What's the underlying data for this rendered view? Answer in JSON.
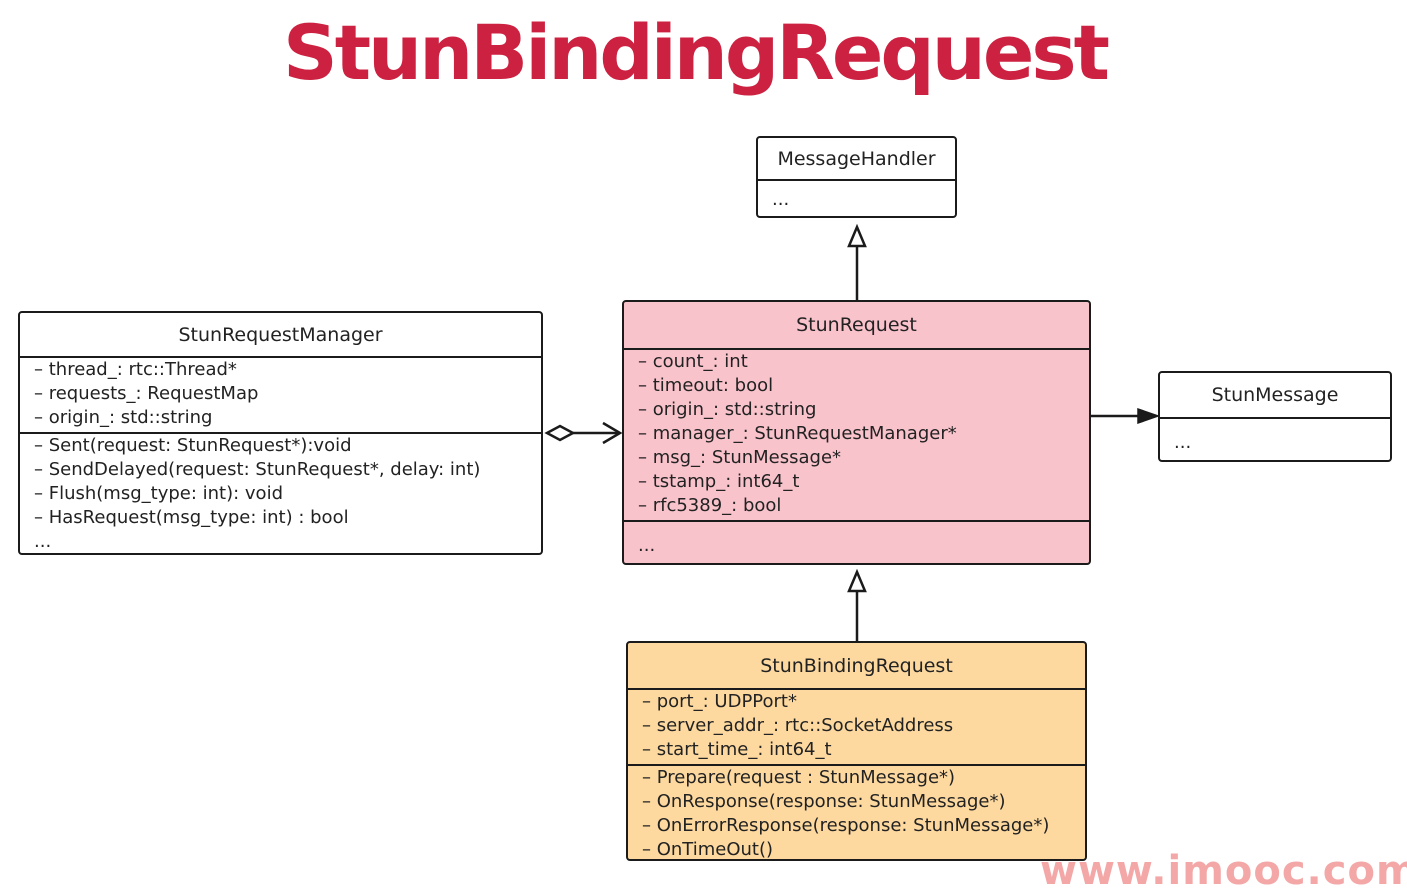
{
  "title": "StunBindingRequest",
  "watermark": "www.imooc.com",
  "colors": {
    "title": "#cc2140",
    "stun_request_fill": "#f9c3cc",
    "stun_binding_request_fill": "#fdd9a0",
    "border": "#1b1b1b"
  },
  "classes": {
    "message_handler": {
      "name": "MessageHandler",
      "body": "..."
    },
    "stun_request_manager": {
      "name": "StunRequestManager",
      "attributes": [
        "– thread_: rtc::Thread*",
        "– requests_: RequestMap",
        "– origin_: std::string"
      ],
      "methods": [
        "– Sent(request: StunRequest*):void",
        "– SendDelayed(request: StunRequest*, delay: int)",
        "– Flush(msg_type: int): void",
        "– HasRequest(msg_type: int) : bool",
        "..."
      ]
    },
    "stun_request": {
      "name": "StunRequest",
      "attributes": [
        "– count_: int",
        "– timeout: bool",
        "– origin_: std::string",
        "– manager_: StunRequestManager*",
        "– msg_: StunMessage*",
        "– tstamp_: int64_t",
        "– rfc5389_: bool"
      ],
      "methods": [
        "..."
      ]
    },
    "stun_message": {
      "name": "StunMessage",
      "body": "..."
    },
    "stun_binding_request": {
      "name": "StunBindingRequest",
      "attributes": [
        "– port_: UDPPort*",
        "– server_addr_: rtc::SocketAddress",
        "– start_time_: int64_t"
      ],
      "methods": [
        "– Prepare(request : StunMessage*)",
        "– OnResponse(response: StunMessage*)",
        "– OnErrorResponse(response: StunMessage*)",
        "– OnTimeOut()"
      ]
    }
  }
}
